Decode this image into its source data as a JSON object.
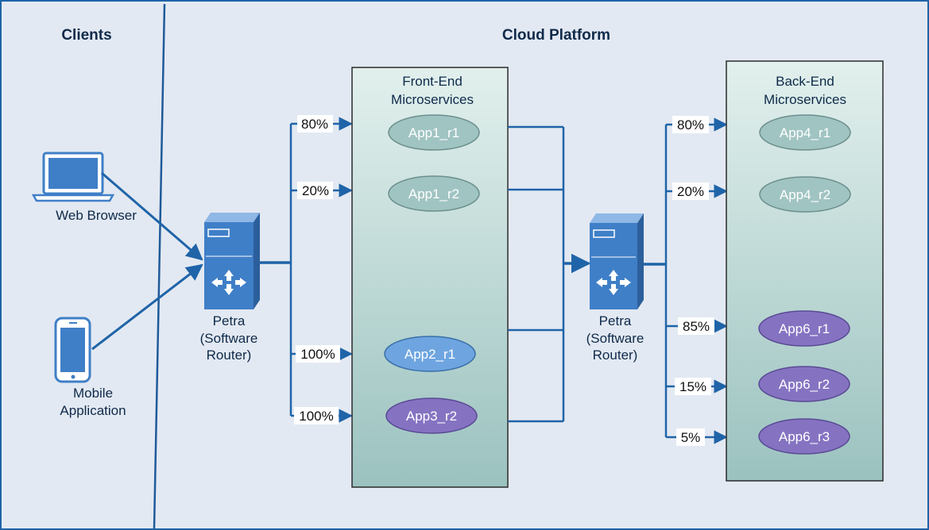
{
  "regions": {
    "clients": "Clients",
    "cloud": "Cloud Platform"
  },
  "clients": {
    "browser": "Web Browser",
    "mobile_line1": "Mobile",
    "mobile_line2": "Application"
  },
  "routers": {
    "line1": "Petra",
    "line2": "(Software",
    "line3": "Router)"
  },
  "front_end": {
    "title_line1": "Front-End",
    "title_line2": "Microservices",
    "nodes": [
      "App1_r1",
      "App1_r2",
      "App2_r1",
      "App3_r2"
    ],
    "weights": [
      "80%",
      "20%",
      "100%",
      "100%"
    ]
  },
  "back_end": {
    "title_line1": "Back-End",
    "title_line2": "Microservices",
    "nodes": [
      "App4_r1",
      "App4_r2",
      "App6_r1",
      "App6_r2",
      "App6_r3"
    ],
    "weights": [
      "80%",
      "20%",
      "85%",
      "15%",
      "5%"
    ]
  },
  "colors": {
    "background": "#e3e9f2",
    "line": "#1f64a8",
    "panel_top": "#dfeeea",
    "panel_bottom": "#9fc4c1",
    "teal_node": "#a0c4c2",
    "blue_node": "#6ea5e0",
    "purple_node": "#8573c2",
    "server": "#3f7fc7"
  }
}
